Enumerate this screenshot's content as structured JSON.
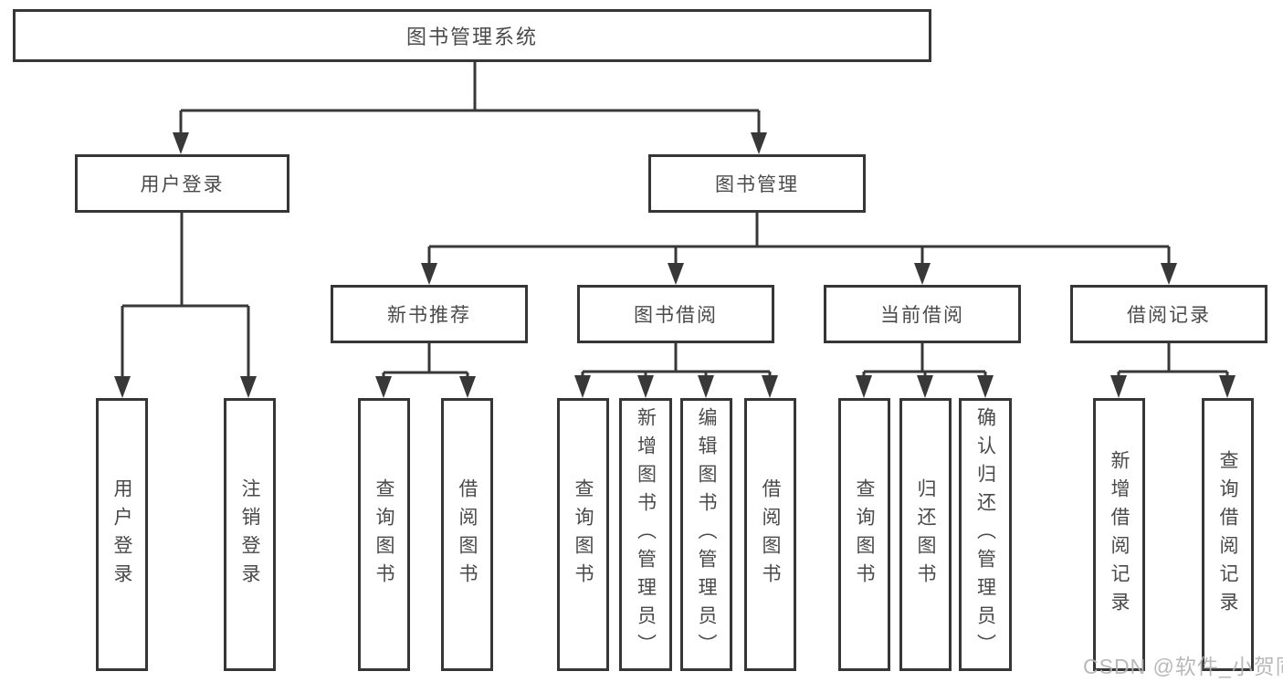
{
  "diagram": {
    "root": {
      "label": "图书管理系统"
    },
    "level2": {
      "user_login": {
        "label": "用户登录"
      },
      "book_management": {
        "label": "图书管理"
      }
    },
    "level3": {
      "new_book_recommend": {
        "label": "新书推荐"
      },
      "book_borrowing": {
        "label": "图书借阅"
      },
      "current_borrowing": {
        "label": "当前借阅"
      },
      "borrowing_records": {
        "label": "借阅记录"
      }
    },
    "leaves": {
      "user_login": {
        "label": "用户登录"
      },
      "logout": {
        "label": "注销登录"
      },
      "nb_query_books": {
        "label": "查询图书"
      },
      "nb_borrow_books": {
        "label": "借阅图书"
      },
      "bb_query_books": {
        "label": "查询图书"
      },
      "bb_add_books_admin": {
        "label": "新增图书（管理员）"
      },
      "bb_edit_books_admin": {
        "label": "编辑图书（管理员）"
      },
      "bb_borrow_books": {
        "label": "借阅图书"
      },
      "cb_query_books": {
        "label": "查询图书"
      },
      "cb_return_books": {
        "label": "归还图书"
      },
      "cb_confirm_return_admin": {
        "label": "确认归还（管理员）"
      },
      "br_add_record": {
        "label": "新增借阅记录"
      },
      "br_query_record": {
        "label": "查询借阅记录"
      }
    },
    "colors": {
      "line": "#383838",
      "text": "#4a4a4a",
      "watermark": "#b2b2b2"
    },
    "watermark": "CSDN @软件_小贺同学"
  }
}
